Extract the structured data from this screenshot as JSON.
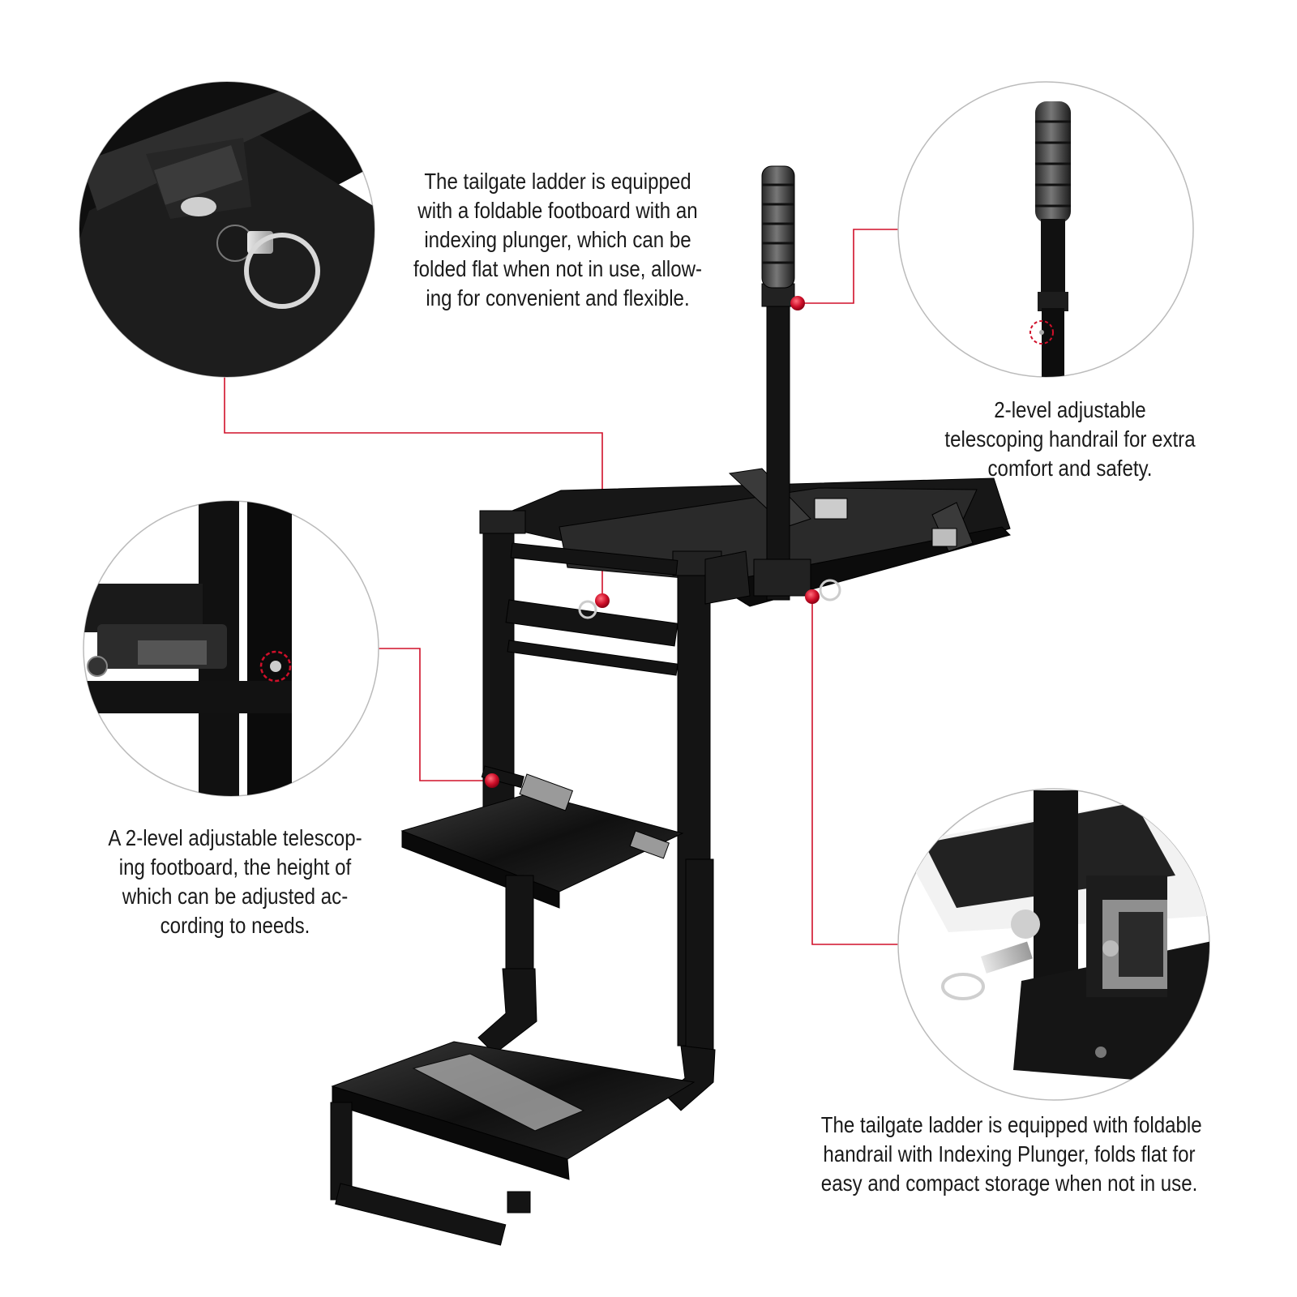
{
  "callouts": [
    {
      "id": "folding-footboard",
      "lines": [
        "The tailgate ladder is equipped",
        "with a foldable footboard with an",
        "indexing plunger, which can be",
        "folded flat when not in use, allow-",
        "ing for convenient and flexible."
      ]
    },
    {
      "id": "telescoping-handrail",
      "lines": [
        "2-level adjustable",
        "telescoping handrail for extra",
        "comfort and safety."
      ]
    },
    {
      "id": "telescoping-footboard",
      "lines": [
        "A 2-level adjustable telescop-",
        "ing footboard, the height of",
        "which can be adjusted ac-",
        "cording to needs."
      ]
    },
    {
      "id": "folding-handrail",
      "lines": [
        "The tailgate ladder is equipped with foldable",
        "handrail with Indexing Plunger, folds flat for",
        "easy and compact storage when not in use."
      ]
    }
  ],
  "colors": {
    "accent": "#d0102a",
    "leader_line": "#d0102a",
    "text": "#1a1a1a",
    "metal": "#141414",
    "background": "#ffffff"
  },
  "icons": {
    "marker": "red-dot-marker",
    "detail": "zoom-detail-circle"
  }
}
